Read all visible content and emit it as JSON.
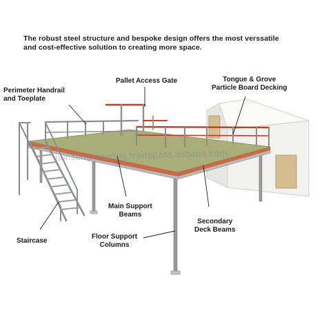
{
  "intro": {
    "line1": "The robust steel structure and bespoke design offers the most verssatile",
    "line2": "and cost-effective solution to creating more space."
  },
  "labels": {
    "perimeter": [
      "Perimeter Handrail",
      "and Toeplate"
    ],
    "pallet_gate": "Pallet Access Gate",
    "tongue_groove": [
      "Tongue & Grove",
      "Particle Board Decking"
    ],
    "main_beams": [
      "Main Support",
      "Beams"
    ],
    "secondary_beams": [
      "Secondary",
      "Deck Beams"
    ],
    "floor_columns": [
      "Floor Support",
      "Columns"
    ],
    "staircase": "Staircase"
  },
  "watermark": "jainsengineering.tradepass.alibaba.com",
  "colors": {
    "deck": "#a9ad78",
    "deck_edge": "#c8c8c8",
    "rail_gray": "#8a8e8c",
    "rail_red": "#c23a24",
    "toeplate": "#c96a46",
    "column": "#9a9a9a",
    "wall": "#f1f1ee",
    "door": "#d4bd8e"
  }
}
